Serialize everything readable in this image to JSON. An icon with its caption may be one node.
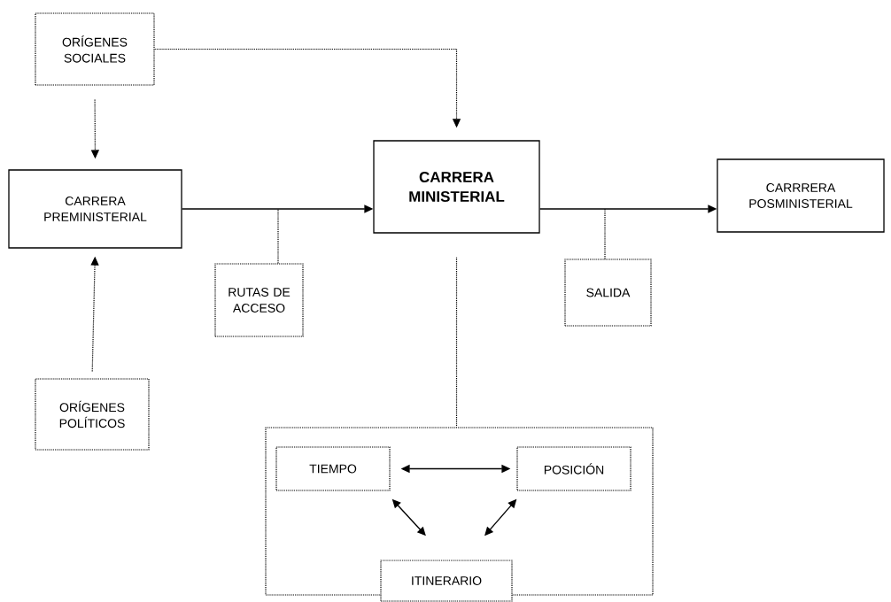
{
  "diagram": {
    "nodes": [
      {
        "text": [
          "ORÍGENES SOCIALES"
        ]
      },
      {
        "text": [
          "CARRERA PREMINISTERIAL"
        ]
      },
      {
        "text": [
          "CARRERA MINISTERIAL"
        ]
      },
      {
        "text": [
          "CARRRERA POSMINISTERIAL"
        ]
      },
      {
        "text": [
          "RUTAS DE ACCESO"
        ]
      },
      {
        "text": [
          "SALIDA"
        ]
      },
      {
        "text": [
          "ORÍGENES POLÍTICOS"
        ]
      },
      {
        "text": [],
        "shape": "box"
      },
      {
        "text": [
          "TIEMPO"
        ],
        "in": 7
      },
      {
        "text": [
          "POSICIÓN"
        ],
        "in": 7
      },
      {
        "text": [
          "ITINERARIO"
        ],
        "in": 7
      }
    ],
    "edges": [
      {
        "from": 0,
        "to": 2,
        "arrow": "to",
        "style": "dashed"
      },
      {
        "from": 0,
        "to": 1,
        "arrow": "to",
        "style": "dashed"
      },
      {
        "from": 6,
        "to": 1,
        "arrow": "to",
        "style": "dashed"
      },
      {
        "from": 1,
        "to": 2,
        "arrow": "to"
      },
      {
        "from": 2,
        "to": 3,
        "arrow": "to"
      },
      {
        "from": 4,
        "to": null,
        "arrow": "none",
        "style": "dashed"
      },
      {
        "from": 5,
        "to": null,
        "arrow": "none",
        "style": "dashed"
      },
      {
        "from": 2,
        "to": 7,
        "arrow": "none",
        "style": "dashed"
      },
      {
        "from": 8,
        "to": 9,
        "arrow": "both"
      },
      {
        "from": 8,
        "to": 10,
        "arrow": "both"
      },
      {
        "from": 9,
        "to": 10,
        "arrow": "both"
      }
    ]
  }
}
